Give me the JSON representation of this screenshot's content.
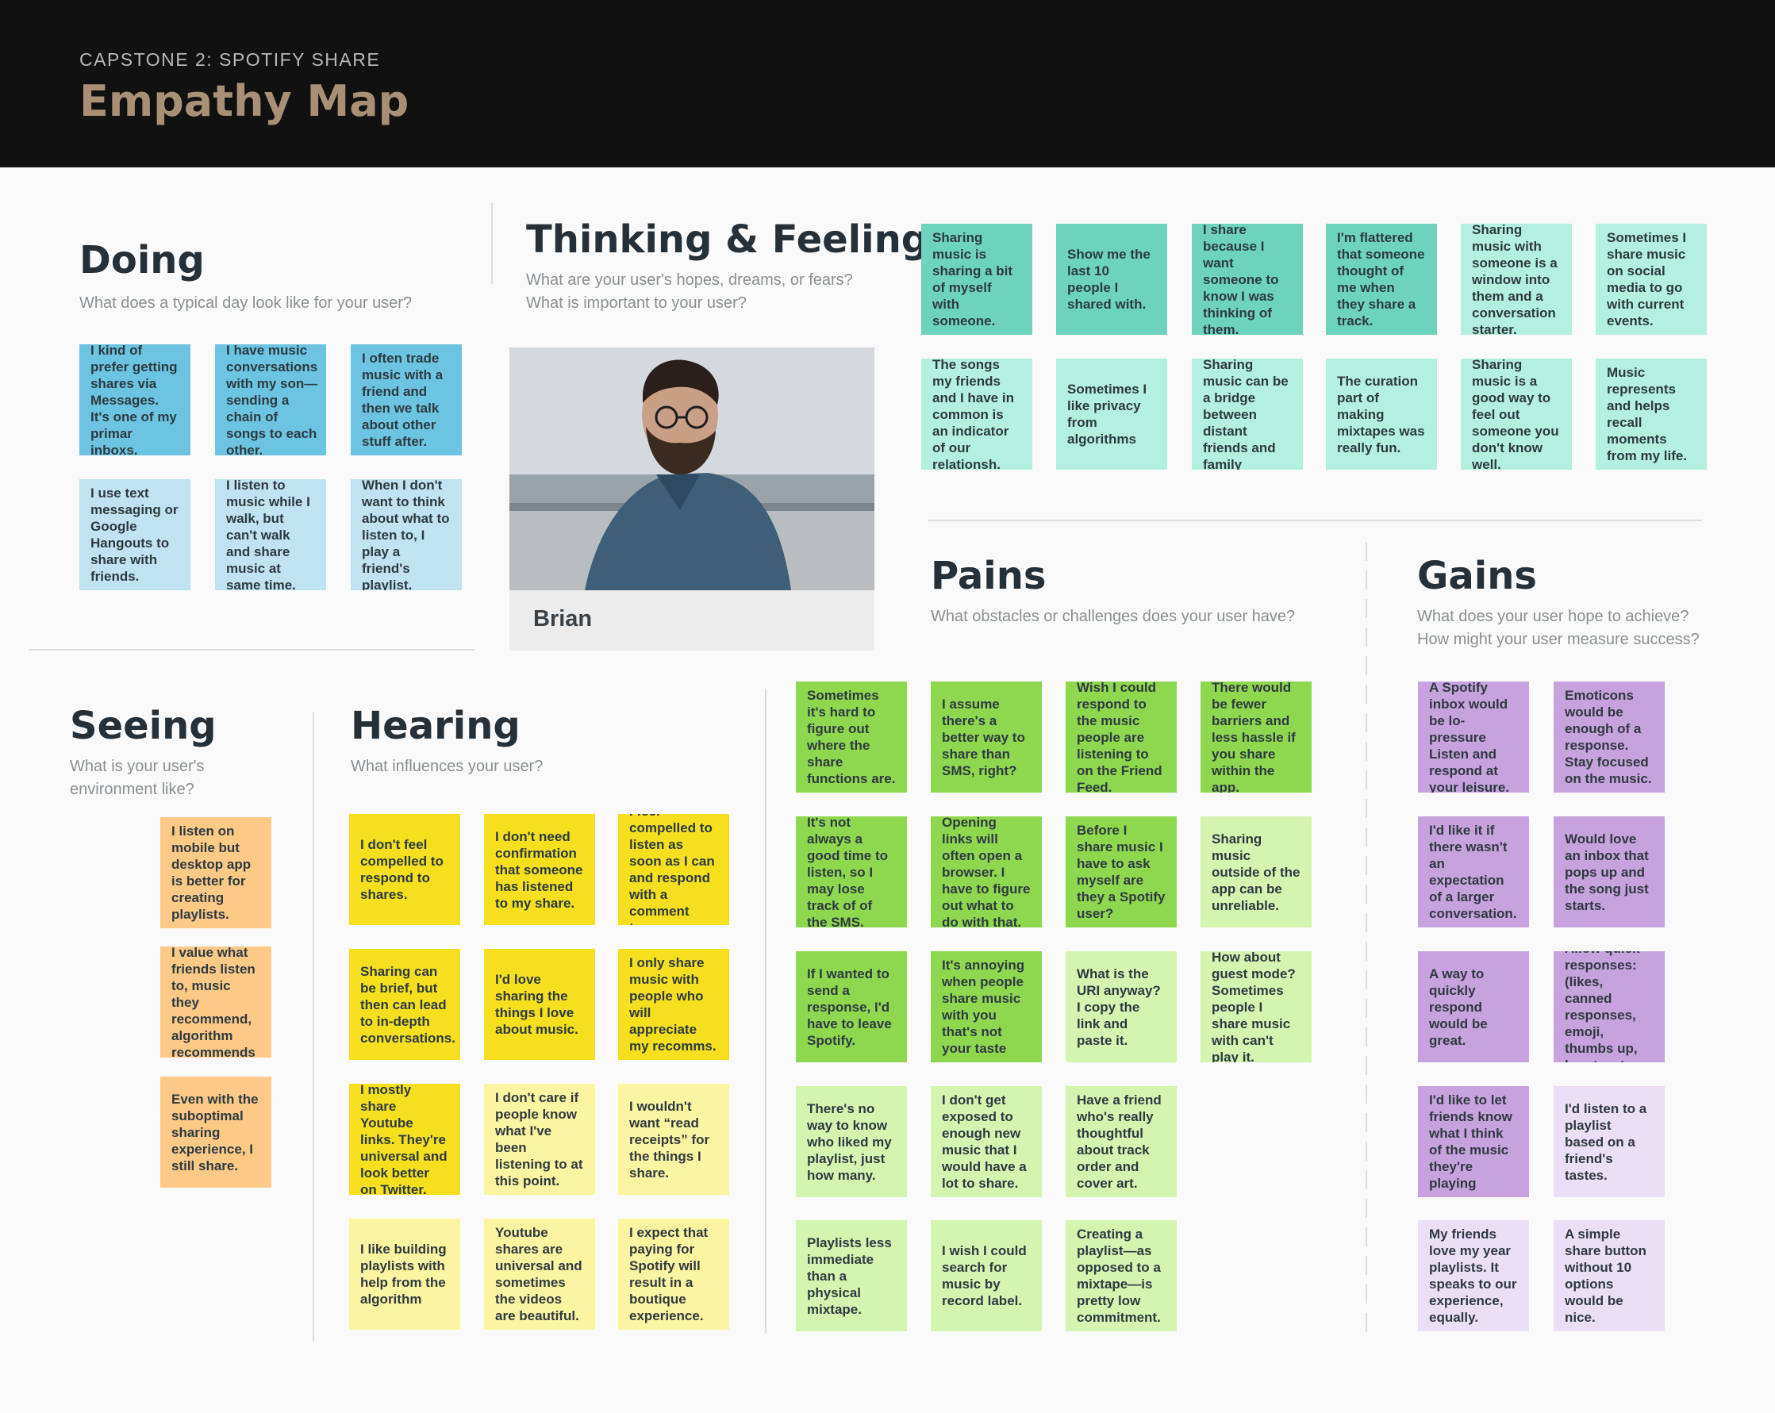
{
  "header": {
    "subtitle": "CAPSTONE 2: SPOTIFY SHARE",
    "title": "Empathy Map"
  },
  "colors": {
    "header_bg": "#111111",
    "title_accent": "#a89076",
    "doing_dark": "#6cc3e2",
    "doing_light": "#bfe3f0",
    "thinking_dark": "#6dd3bd",
    "thinking_light": "#b3f0e0",
    "seeing": "#fcc987",
    "hearing_dark": "#f5df1f",
    "hearing_light": "#fbf4a0",
    "pains_dark": "#8ed84f",
    "pains_light": "#d4f5b0",
    "gains_dark": "#c6a2de",
    "gains_light": "#ebdff8"
  },
  "persona": {
    "name": "Brian"
  },
  "sections": {
    "doing": {
      "title": "Doing",
      "description": [
        "What does a typical day look like for your user?"
      ],
      "notes": [
        "I kind of prefer getting shares via Messages. It's one of my primar inboxs.",
        "I have music conversations with my son—sending a chain of songs to each other.",
        "I often trade music with a friend and then we talk about other stuff after.",
        "I use text messaging or Google Hangouts to share with friends.",
        "I listen to music while I walk, but can't walk and share music at same time.",
        "When I don't want to think about what to listen to, I play a friend's playlist."
      ]
    },
    "thinking": {
      "title": "Thinking & Feeling",
      "description": [
        "What are your user's hopes, dreams, or fears?",
        "What is important to your user?"
      ],
      "notes": [
        "Sharing music is sharing a bit of myself with someone.",
        "Show me the last 10 people I shared with.",
        "I share because I want someone to know I was thinking of them.",
        "I'm flattered that someone thought of me when they share a track.",
        "Sharing music with someone is a window into them and a conversation starter.",
        "Sometimes I share music on social media to go with current events.",
        "The songs my friends and I have in common is an indicator of our relationsh.",
        "Sometimes I like privacy from algorithms",
        "Sharing music can be a bridge between distant friends and family",
        "The curation part of making mixtapes was really fun.",
        "Sharing music is a good way to feel out someone you don't know well.",
        "Music represents and helps recall moments from my life."
      ]
    },
    "seeing": {
      "title": "Seeing",
      "description": [
        "What is your user's",
        "environment like?"
      ],
      "notes": [
        "I listen on mobile but desktop app is better for creating playlists.",
        "I value what friends listen to, music they recommend, algorithm recommends",
        "Even with the suboptimal sharing experience, I still share."
      ]
    },
    "hearing": {
      "title": "Hearing",
      "description": [
        "What influences your user?"
      ],
      "notes": [
        "I don't feel compelled to respond to shares.",
        "I don't need confirmation that someone has listened to my share.",
        "I feel compelled to listen as soon as I can and respond with a comment two.",
        "Sharing can be brief, but then can lead to in-depth conversations.",
        "I'd love sharing the things I love about music.",
        "I only share music with people who will appreciate my recomms.",
        "I mostly share Youtube links. They're universal and look better on Twitter.",
        "I don't care if people know what I've been listening to at this point.",
        "I wouldn't want “read receipts” for the things I share.",
        "I like building playlists with help from the algorithm",
        "Youtube shares are universal and sometimes the videos are beautiful.",
        "I expect that paying for Spotify will result in a boutique experience."
      ]
    },
    "pains": {
      "title": "Pains",
      "description": [
        "What obstacles or challenges does your user have?"
      ],
      "notes": [
        "Sometimes it's hard to figure out where the share functions are.",
        "I assume there's a better way to share than SMS, right?",
        "Wish I could respond to the music people are listening to on the Friend Feed.",
        "There would be fewer barriers and less hassle if you share within the app.",
        "It's not always a good time to listen, so I may lose track of of the SMS.",
        "Opening links will often open a browser. I have to figure out what to do with that.",
        "Before I share music I have to ask myself are they a Spotify user?",
        "Sharing music outside of the app can be unreliable.",
        "If I wanted to send a response, I'd have to leave Spotify.",
        "It's annoying when people share music with you that's not your taste",
        "What is the URI anyway? I copy the link and paste it.",
        "How about guest mode? Sometimes people I share music with can't play it.",
        "There's no way to know who liked my playlist, just how many.",
        "I don't get exposed to enough new music that I would have a lot to share.",
        "Have a friend who's really thoughtful about track order and cover art.",
        "Playlists less immediate than a physical mixtape.",
        "I wish I could search for music by record label.",
        "Creating a playlist—as opposed to a mixtape—is pretty low commitment."
      ]
    },
    "gains": {
      "title": "Gains",
      "description": [
        "What does your user hope to achieve?",
        "How might your user measure success?"
      ],
      "notes": [
        "A Spotify inbox would be lo-pressure Listen and respond at your leisure.",
        "Emoticons would be enough of a response. Stay focused on the music.",
        "I'd like it if there wasn't an expectation of a larger conversation.",
        "Would love an inbox that pops up and the song just starts.",
        "A way to quickly respond would be great.",
        "Allow quick responses: (likes, canned responses, emoji, thumbs up, hearts, etc",
        "I'd like to let friends know what I think of the music they're playing",
        "I'd listen to a playlist based on a friend's tastes.",
        "My friends love my year playlists. It speaks to our experience, equally.",
        "A simple share button without 10 options would be nice."
      ]
    }
  }
}
